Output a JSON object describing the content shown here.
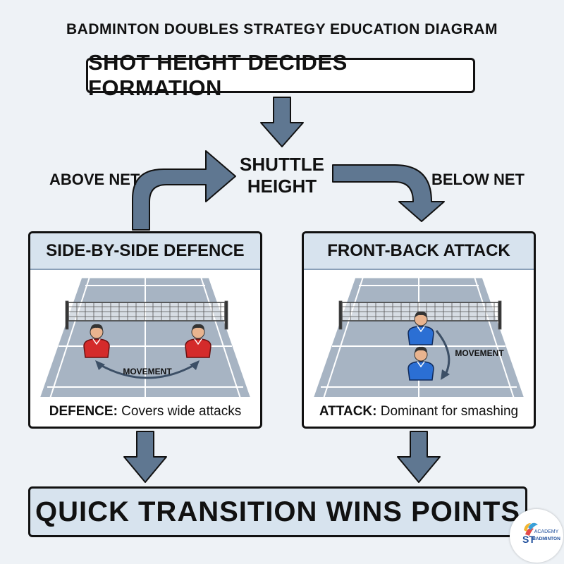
{
  "page_title": "BADMINTON DOUBLES STRATEGY EDUCATION DIAGRAM",
  "main_title": "SHOT HEIGHT DECIDES FORMATION",
  "center_label": {
    "line1": "SHUTTLE",
    "line2": "HEIGHT"
  },
  "left_branch_label": "ABOVE NET",
  "right_branch_label": "BELOW NET",
  "left_panel": {
    "title": "SIDE-BY-SIDE DEFENCE",
    "movement_label": "MOVEMENT",
    "caption_bold": "DEFENCE:",
    "caption_text": " Covers wide attacks",
    "player_color": "#d42b2b"
  },
  "right_panel": {
    "title": "FRONT-BACK ATTACK",
    "movement_label": "MOVEMENT",
    "caption_bold": "ATTACK:",
    "caption_text": " Dominant for smashing",
    "player_color": "#2b6fd4"
  },
  "footer": "QUICK TRANSITION WINS POINTS",
  "logo": {
    "line1": "ACADEMY",
    "line2": "ST",
    "line3": "BADMINTON"
  },
  "colors": {
    "arrow": "#5f7791",
    "court": "#a7b4c3",
    "panel_header": "#d7e3ee",
    "background": "#eef2f6"
  }
}
